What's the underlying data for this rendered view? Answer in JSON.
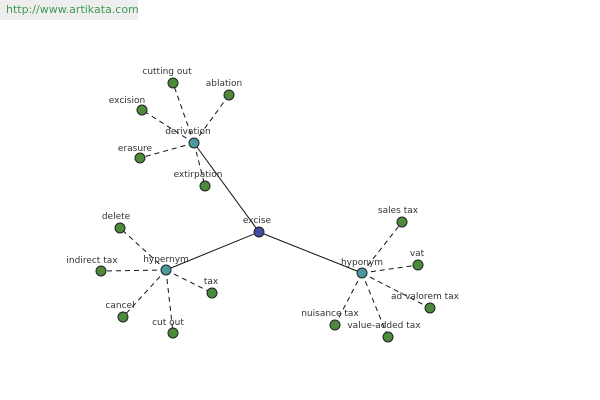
{
  "header": {
    "url": "http://www.artikata.com"
  },
  "colors": {
    "center": "#3d4f9e",
    "category": "#4a9aa0",
    "leaf": "#4c8a3e"
  },
  "graph": {
    "center": {
      "id": "excise",
      "label": "excise"
    },
    "categories": [
      {
        "id": "derivation",
        "label": "derivation"
      },
      {
        "id": "hypernym",
        "label": "hypernym"
      },
      {
        "id": "hyponym",
        "label": "hyponym"
      }
    ],
    "leaves": [
      {
        "id": "cutting-out",
        "label": "cutting out",
        "parent": "derivation"
      },
      {
        "id": "ablation",
        "label": "ablation",
        "parent": "derivation"
      },
      {
        "id": "excision",
        "label": "excision",
        "parent": "derivation"
      },
      {
        "id": "erasure",
        "label": "erasure",
        "parent": "derivation"
      },
      {
        "id": "extirpation",
        "label": "extirpation",
        "parent": "derivation"
      },
      {
        "id": "delete",
        "label": "delete",
        "parent": "hypernym"
      },
      {
        "id": "indirect-tax",
        "label": "indirect tax",
        "parent": "hypernym"
      },
      {
        "id": "tax",
        "label": "tax",
        "parent": "hypernym"
      },
      {
        "id": "cancel",
        "label": "cancel",
        "parent": "hypernym"
      },
      {
        "id": "cut-out",
        "label": "cut out",
        "parent": "hypernym"
      },
      {
        "id": "sales-tax",
        "label": "sales tax",
        "parent": "hyponym"
      },
      {
        "id": "vat",
        "label": "vat",
        "parent": "hyponym"
      },
      {
        "id": "ad-valorem-tax",
        "label": "ad valorem tax",
        "parent": "hyponym"
      },
      {
        "id": "nuisance-tax",
        "label": "nuisance tax",
        "parent": "hyponym"
      },
      {
        "id": "value-added-tax",
        "label": "value-added tax",
        "parent": "hyponym"
      }
    ]
  }
}
